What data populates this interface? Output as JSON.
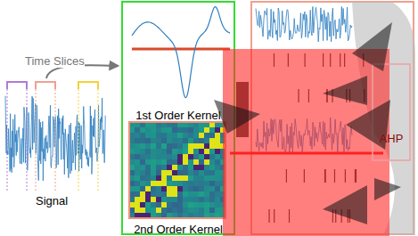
{
  "diagram": {
    "nodes": [
      {
        "text": [
          "1st Order Kernel",
          "2nd Order Kernel"
        ]
      },
      {
        "text": [
          "AHP"
        ]
      }
    ],
    "labels": [
      "Time Slices",
      "Signal"
    ]
  }
}
